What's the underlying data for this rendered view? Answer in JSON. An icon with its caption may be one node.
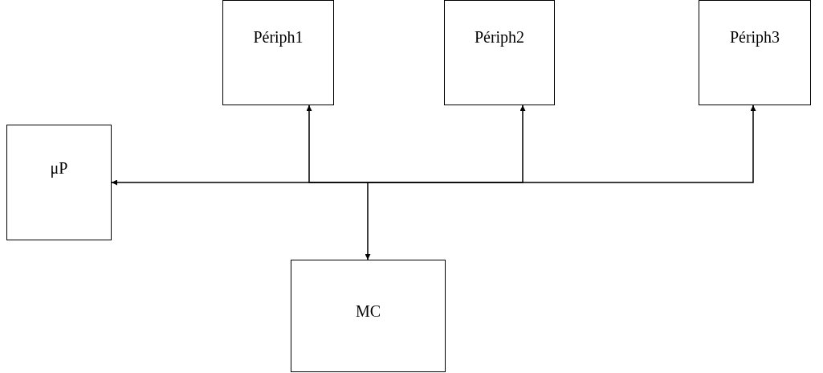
{
  "diagram": {
    "nodes": [
      {
        "text": [
          "Périph1"
        ]
      },
      {
        "text": [
          "Périph2"
        ]
      },
      {
        "text": [
          "Périph3"
        ]
      },
      {
        "text": [
          "μP"
        ]
      },
      {
        "text": [
          "MC"
        ]
      }
    ],
    "edges": [
      {
        "from": null,
        "to": 3,
        "arrow": "to"
      },
      {
        "from": null,
        "to": 0,
        "arrow": "to"
      },
      {
        "from": null,
        "to": 1,
        "arrow": "to"
      },
      {
        "from": null,
        "to": 2,
        "arrow": "to"
      },
      {
        "from": null,
        "to": 4,
        "arrow": "to"
      }
    ]
  }
}
